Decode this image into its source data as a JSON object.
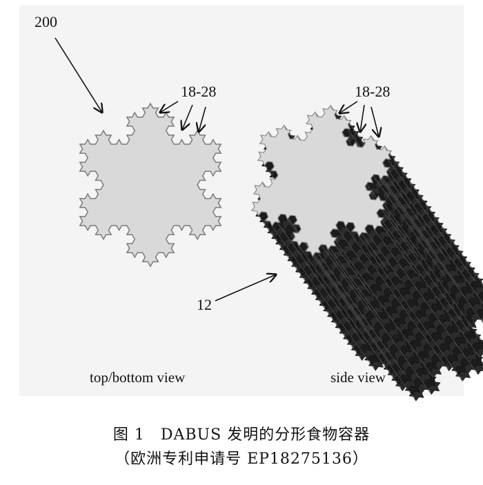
{
  "figure": {
    "labels": {
      "assembly": "200",
      "recesses_left": "18-28",
      "recesses_right": "18-28",
      "body": "12"
    },
    "view_labels": {
      "top_bottom": "top/bottom view",
      "side": "side view"
    }
  },
  "caption": {
    "line1": "图 1　DABUS 发明的分形食物容器",
    "line2": "（欧洲专利申请号 EP18275136）"
  },
  "colors": {
    "snowflake_face": "#d9d9d9",
    "snowflake_edge": "#7a7a7a",
    "prism_dark": "#1e1e1e",
    "panel_background": "#f4f4f4"
  }
}
